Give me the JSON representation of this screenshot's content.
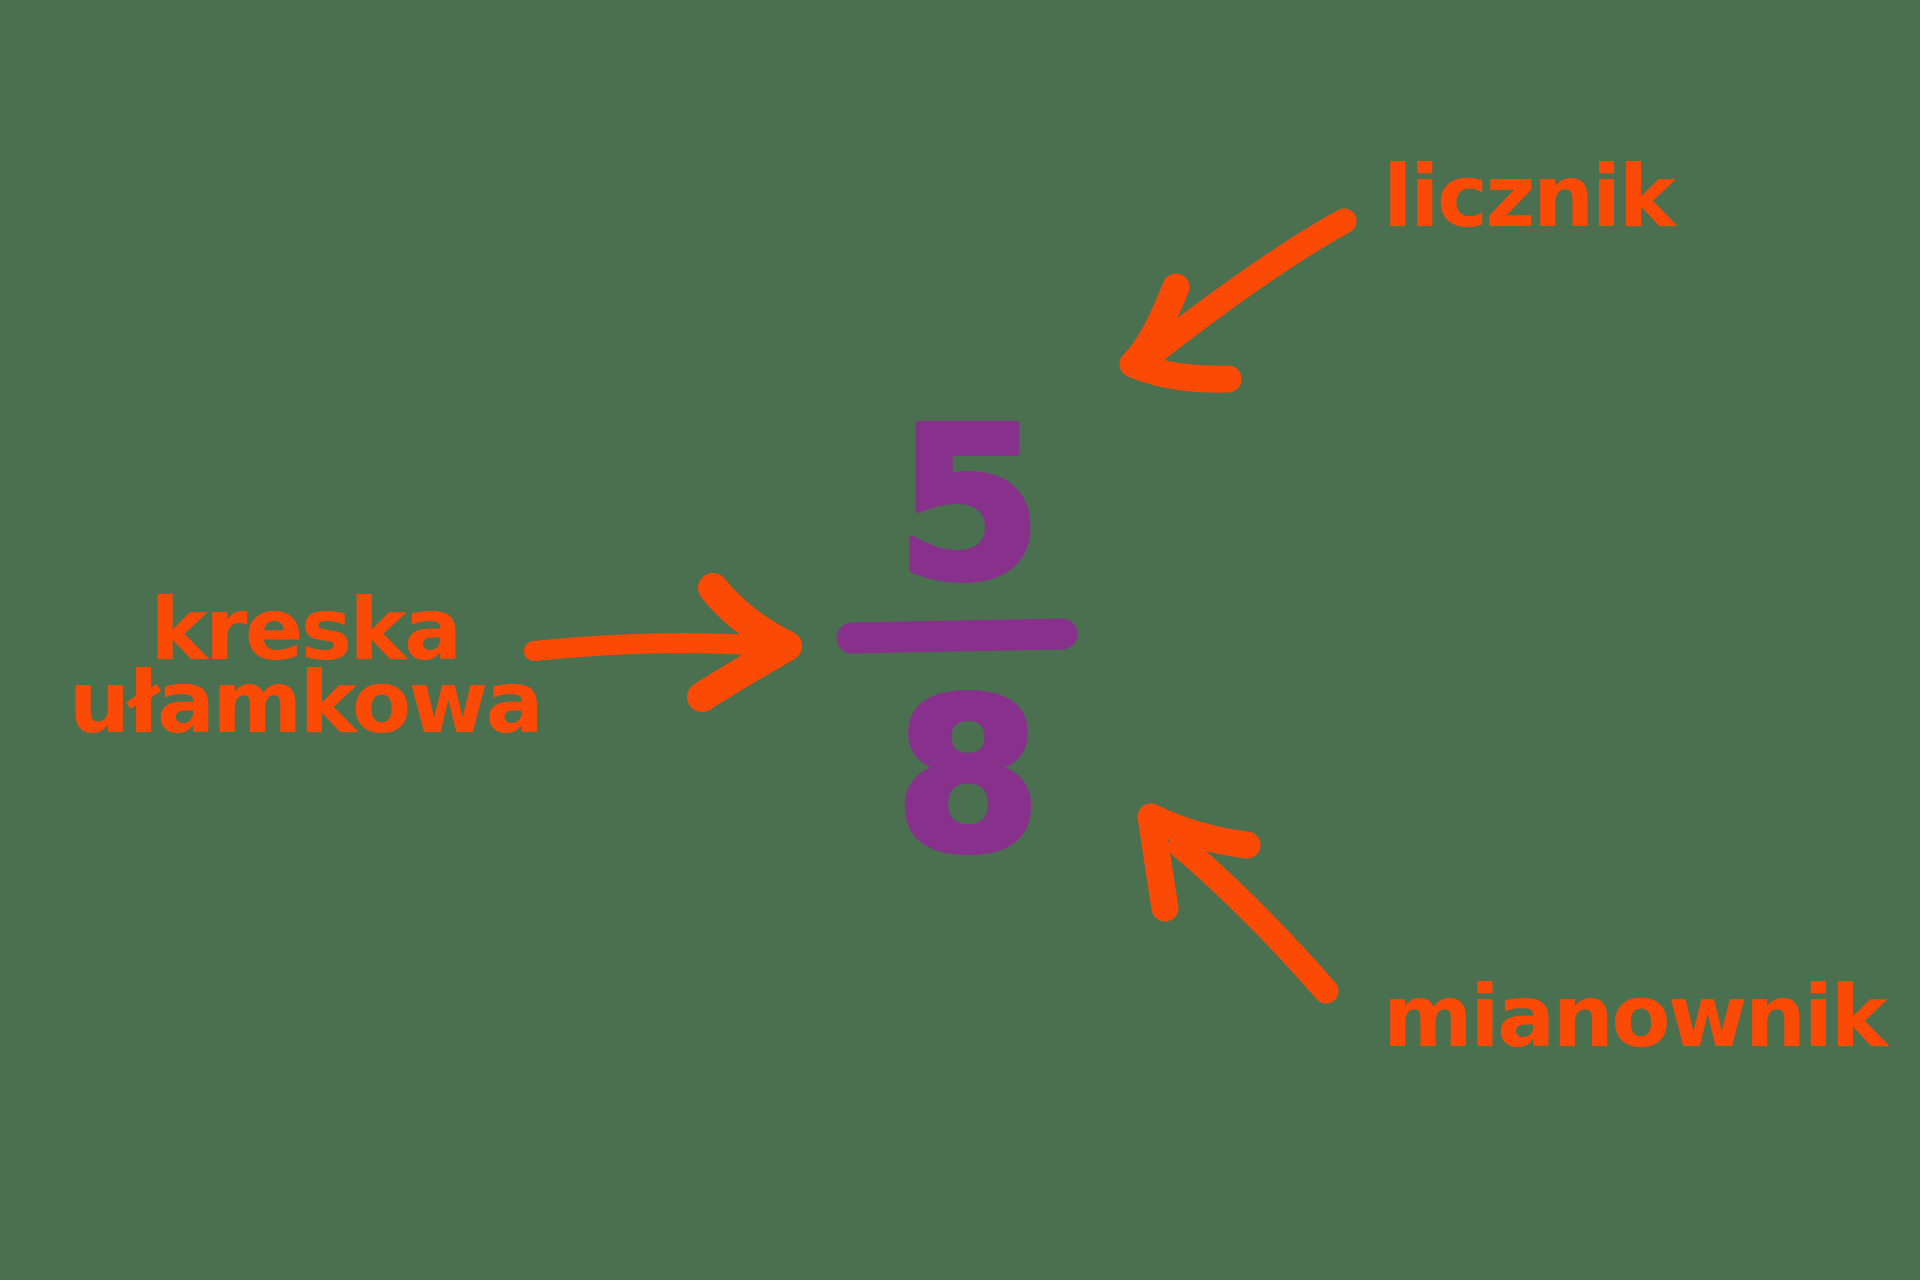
{
  "fraction": {
    "numerator": "5",
    "denominator": "8",
    "value_shown": "5/8"
  },
  "labels": {
    "numerator": "licznik",
    "fraction_bar": "kreska ułamkowa",
    "denominator": "mianownik"
  },
  "annotations": [
    {
      "label": "licznik",
      "points_to": "numerator",
      "arrow_direction": "down-left"
    },
    {
      "label": "kreska ułamkowa",
      "points_to": "fraction-bar",
      "arrow_direction": "right"
    },
    {
      "label": "mianownik",
      "points_to": "denominator",
      "arrow_direction": "up-left"
    }
  ],
  "colors": {
    "background_green": "#4A7050",
    "label_orange": "#FB4A05",
    "fraction_purple": "#87318C"
  }
}
